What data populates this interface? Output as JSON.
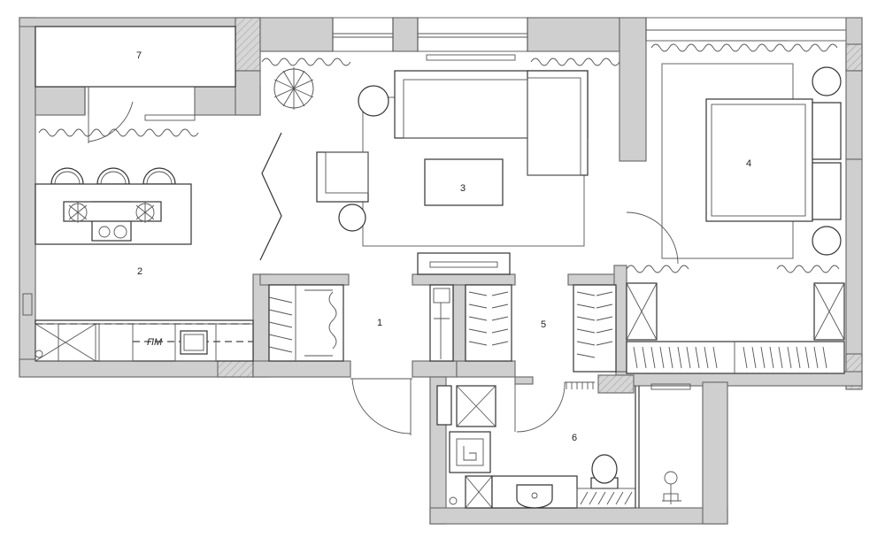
{
  "rooms": [
    {
      "id": "1",
      "label": "1"
    },
    {
      "id": "2",
      "label": "2"
    },
    {
      "id": "3",
      "label": "3"
    },
    {
      "id": "4",
      "label": "4"
    },
    {
      "id": "5",
      "label": "5"
    },
    {
      "id": "6",
      "label": "6"
    },
    {
      "id": "7",
      "label": "7"
    }
  ],
  "annotations": {
    "kitchen_mark": "ПМ"
  },
  "icons": [
    "plant-icon",
    "door-swing-icon",
    "cooktop-icon",
    "sink-icon",
    "toilet-icon",
    "shower-icon",
    "washing-machine-icon",
    "wardrobe-icon",
    "tv-icon"
  ],
  "colors": {
    "wall_fill": "#cfcfcf",
    "wall_stroke": "#6f6f6f",
    "line": "#333333",
    "background": "#ffffff"
  }
}
